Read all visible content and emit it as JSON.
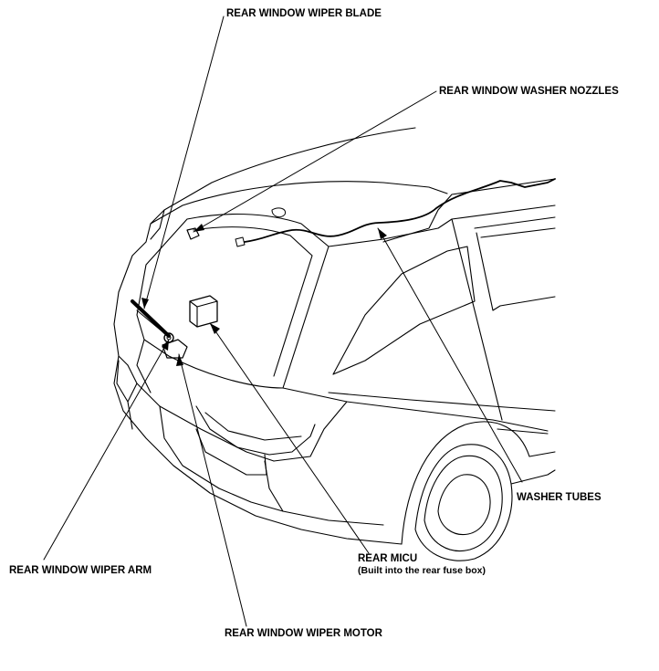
{
  "labels": {
    "wiper_blade": "REAR WINDOW WIPER BLADE",
    "washer_nozzles": "REAR WINDOW WASHER NOZZLES",
    "washer_tubes": "WASHER TUBES",
    "wiper_arm": "REAR WINDOW WIPER ARM",
    "micu": "REAR MICU",
    "micu_note": "(Built into the rear fuse box)",
    "wiper_motor": "REAR WINDOW WIPER MOTOR"
  },
  "colors": {
    "line": "#000000",
    "background": "#ffffff"
  }
}
